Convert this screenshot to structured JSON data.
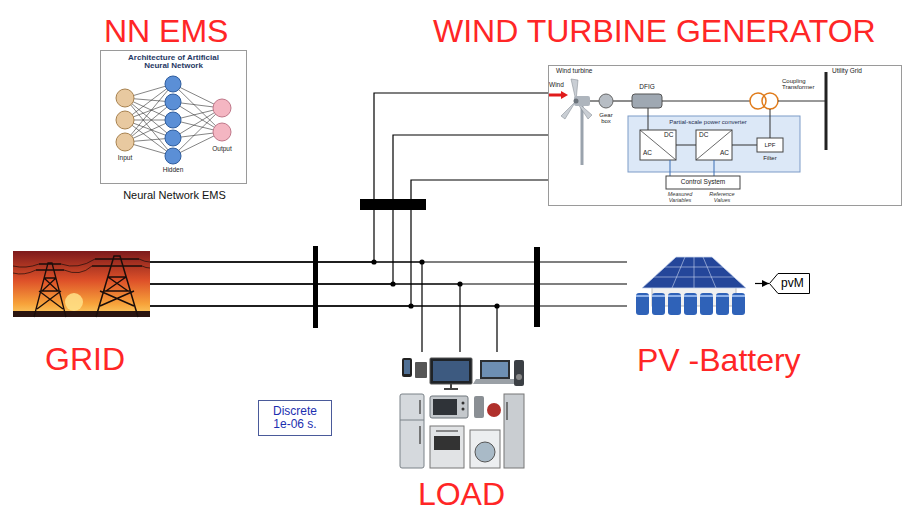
{
  "diagram": {
    "nodes": [
      {
        "text": [
          "NN EMS",
          "Neural Network EMS"
        ]
      },
      {
        "text": [
          "WIND TURBINE GENERATOR"
        ]
      },
      {
        "text": [
          "GRID"
        ]
      },
      {
        "text": [
          "PV -Battery"
        ]
      },
      {
        "text": [
          "pvM"
        ]
      },
      {
        "text": [
          "Discrete 1e-06 s."
        ]
      },
      {
        "text": [
          "LOAD"
        ]
      }
    ],
    "edges": [
      {
        "from": 2,
        "to": 1,
        "arrow": "none"
      },
      {
        "from": 2,
        "to": 3,
        "arrow": "none"
      },
      {
        "from": 2,
        "to": 6,
        "arrow": "none"
      },
      {
        "from": 3,
        "to": 4,
        "arrow": "to"
      }
    ],
    "labels": [
      "Architecture of Artificial Neural Network",
      "Input",
      "Hidden",
      "Output",
      "Wind turbine",
      "Utility Grid",
      "Wind",
      "Gear box",
      "DFIG",
      "Coupling Transformer",
      "Partial-scale power converter",
      "DC",
      "AC",
      "DC",
      "AC",
      "LPF",
      "Filter",
      "Control System",
      "Measured Variables",
      "Reference Values"
    ]
  }
}
